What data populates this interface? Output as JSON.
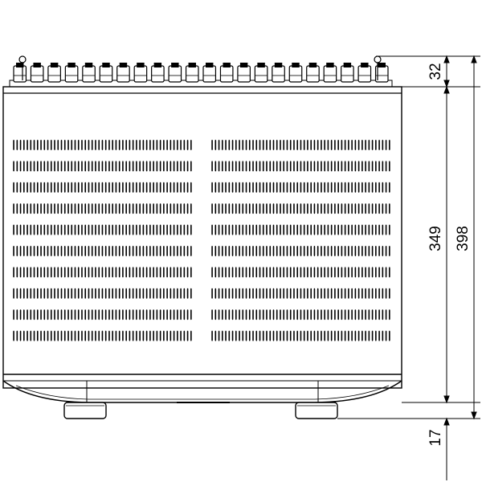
{
  "colors": {
    "line": "#000000",
    "fill": "#ffffff",
    "slot": "#000000"
  },
  "dimensions": {
    "top_connector_height": "32",
    "body_height": "349",
    "total_height": "398",
    "foot_height": "17"
  },
  "vents": {
    "rows": 10,
    "left_slot_count": 53,
    "right_slot_count": 53
  },
  "terminals": {
    "count": 22
  }
}
